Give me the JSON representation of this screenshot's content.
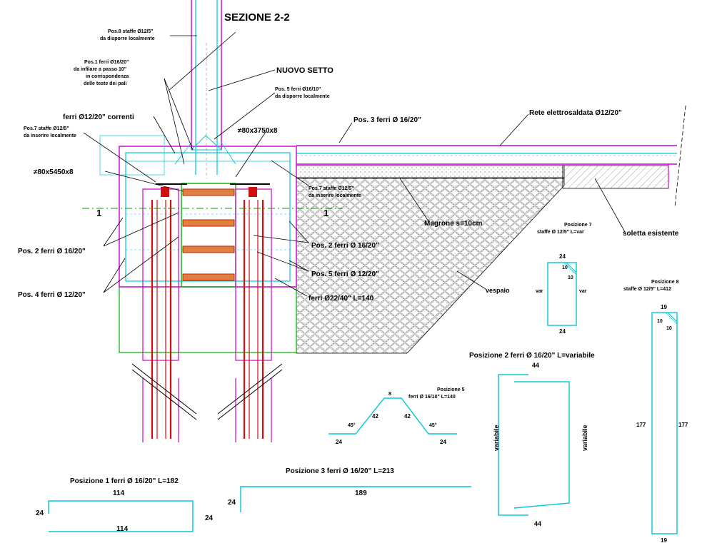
{
  "title": "SEZIONE 2-2",
  "section_marks": [
    "1",
    "1"
  ],
  "labels": {
    "nuovo_setto": "NUOVO SETTO",
    "pos8_top": [
      "Pos.8 staffe Ø12/5\"",
      "da disporre localmente"
    ],
    "pos1_top": [
      "Pos.1 ferri Ø16/20\"",
      "da infilare a passo 10\"",
      "in corrispondenza",
      "delle teste dei pali"
    ],
    "pos5_top": [
      "Pos. 5 ferri Ø16/10\"",
      "da disporre localmente"
    ],
    "correnti": "ferri Ø12/20\" correnti",
    "pos7_left": [
      "Pos.7 staffe Ø12/5\"",
      "da inserire localmente"
    ],
    "plate_right": "≠80x3750x8",
    "plate_left": "≠80x5450x8",
    "pos3": "Pos. 3 ferri Ø 16/20\"",
    "rete": "Rete elettrosaldata Ø12/20\"",
    "pos7_right": [
      "Pos.7 staffe Ø12/5\"",
      "da inserire localmente"
    ],
    "magrone": "Magrone s=10cm",
    "soletta": "soletta esistente",
    "vespaio": "vespaio",
    "pos2_left": "Pos. 2 ferri Ø 16/20\"",
    "pos4_left": "Pos. 4 ferri Ø 12/20\"",
    "pos2_right": "Pos. 2 ferri Ø 16/20\"",
    "pos5_right": "Pos. 5 ferri Ø 12/20\"",
    "ferri22": "ferri Ø22/40\" L=140"
  },
  "details": {
    "pos7": {
      "title": [
        "Posizione 7",
        "staffe Ø 12/5\" L=var"
      ],
      "top": "24",
      "bottom": "24",
      "a": "10",
      "b": "10",
      "var_l": "var",
      "var_r": "var"
    },
    "pos8": {
      "title": [
        "Posizione 8",
        "staffe Ø 12/5\" L=412"
      ],
      "top": "19",
      "bottom": "19",
      "a": "10",
      "b": "10",
      "side_l": "177",
      "side_r": "177"
    },
    "pos2": {
      "title": "Posizione 2 ferri Ø 16/20\" L=variabile",
      "top": "44",
      "bottom": "44",
      "side_l": "variabile",
      "side_r": "variabile"
    },
    "pos5": {
      "title": [
        "Posizione 5",
        "ferri Ø 16/10\" L=140"
      ],
      "top": "8",
      "d1": "42",
      "d2": "42",
      "a1": "45°",
      "a2": "45°",
      "f1": "24",
      "f2": "24"
    },
    "pos1": {
      "title": "Posizione 1 ferri Ø 16/20\" L=182",
      "top": "114",
      "bottom": "114",
      "l": "24",
      "r": "24"
    },
    "pos3": {
      "title": "Posizione 3 ferri Ø 16/20\" L=213",
      "len": "189",
      "leg": "24"
    }
  },
  "colors": {
    "rebar": "#00c8d8",
    "outline": "#d000d0",
    "concrete": "#00b000",
    "pile": "#d01010"
  }
}
